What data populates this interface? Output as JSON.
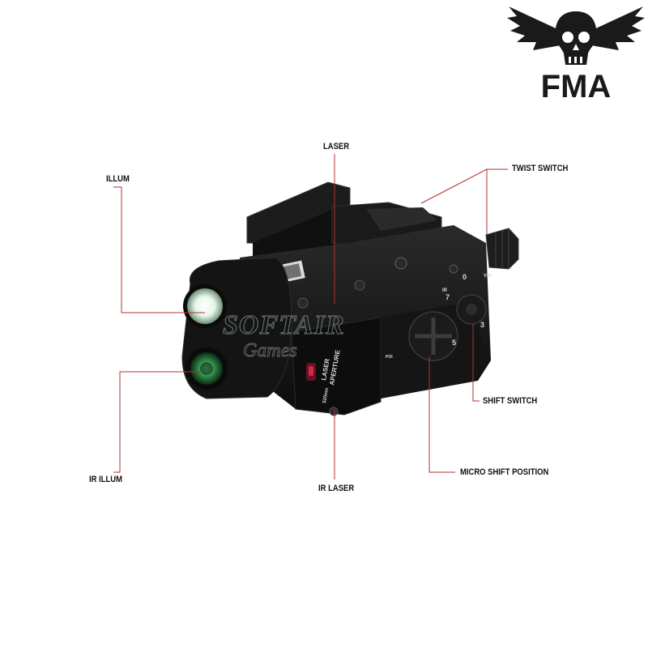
{
  "brand": {
    "logo_text": "FMA",
    "logo_icon": "winged-skull-icon"
  },
  "watermark": {
    "line1": "SOFTAIR",
    "line2": "Games"
  },
  "callouts": {
    "laser": "LASER",
    "illum": "ILLUM",
    "twist_switch": "TWIST SWITCH",
    "shift_switch": "SHIFT SWITCH",
    "micro_shift_position": "MICRO SHIFT POSITION",
    "ir_illum": "IR ILLUM",
    "ir_laser": "IR LASER"
  },
  "device_markings": {
    "aperture_line1": "LASER",
    "aperture_line2": "APERTURE",
    "wavelength": "520nm",
    "dial_numbers": [
      "7",
      "0",
      "5",
      "3"
    ],
    "mode_ir": "IR",
    "mode_vis": "VIS",
    "poi": "POI"
  },
  "colors": {
    "leader_line": "#b03030",
    "device_body": "#161616",
    "illum_lens": "#e8f4ea",
    "ir_lens": "#2f8a4a"
  }
}
